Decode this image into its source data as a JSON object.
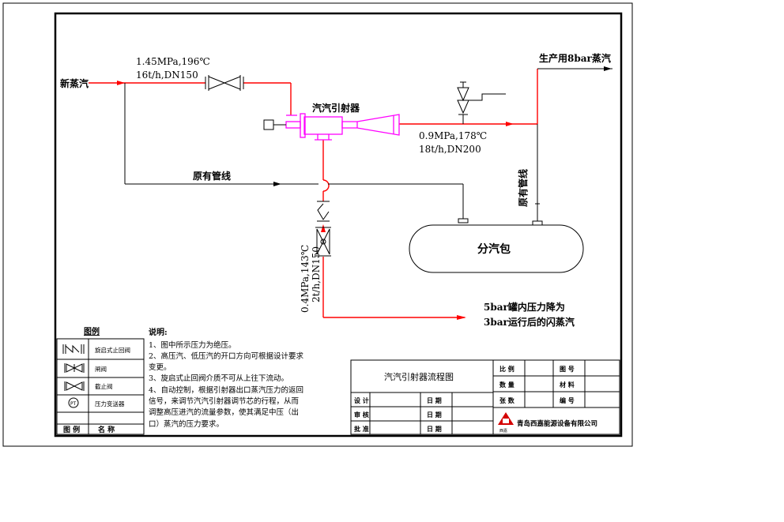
{
  "drawing": {
    "labels": {
      "fresh_steam": "新蒸汽",
      "inlet_pressure": "1.45MPa,196℃",
      "inlet_flow": "16t/h,DN150",
      "ejector": "汽汽引射器",
      "outlet_pressure": "0.9MPa,178℃",
      "outlet_flow": "18t/h,DN200",
      "production_steam": "生产用8bar蒸汽",
      "existing_pipe_h": "原有管线",
      "existing_pipe_v": "原有管线",
      "header": "分汽包",
      "flash_pressure": "0.4MPa,143℃",
      "flash_flow": "2t/h,DN150",
      "flash_note_1": "5bar罐内压力降为",
      "flash_note_2": "3bar运行后的闪蒸汽"
    },
    "colors": {
      "steam_line": "#ff0000",
      "ejector": "#ff00ff",
      "linework": "#000000"
    }
  },
  "legend": {
    "title": "图例",
    "items": [
      {
        "symbol": "swing-check-valve-icon",
        "label": "旋启式止回阀"
      },
      {
        "symbol": "gate-valve-icon",
        "label": "闸阀"
      },
      {
        "symbol": "globe-valve-icon",
        "label": "截止阀"
      },
      {
        "symbol": "pressure-transmitter-icon",
        "label": "压力变送器"
      }
    ],
    "footer_symbol": "图 例",
    "footer_name": "名 称"
  },
  "notes": {
    "title": "说明:",
    "lines": [
      "1、图中所示压力为绝压。",
      "2、高压汽、低压汽的开口方向可根据设计要求",
      "变更。",
      "3、旋启式止回阀介质不可从上往下流动。",
      "4、自动控制，根据引射器出口蒸汽压力的返回",
      "信号，来调节汽汽引射器调节芯的行程，从而",
      "调整高压进汽的流量参数，使其满足中压（出",
      "口）蒸汽的压力要求。"
    ]
  },
  "title_block": {
    "drawing_title": "汽汽引射器流程图",
    "scale": "比 例",
    "drawing_no": "图 号",
    "quantity": "数 量",
    "material": "材 料",
    "sheets": "张 数",
    "number": "编 号",
    "design": "设 计",
    "review": "审 核",
    "approve": "批 准",
    "date1": "日 期",
    "date2": "日 期",
    "date3": "日 期",
    "company": "青岛西嘉能源设备有限公司",
    "logo_text": "西嘉"
  }
}
